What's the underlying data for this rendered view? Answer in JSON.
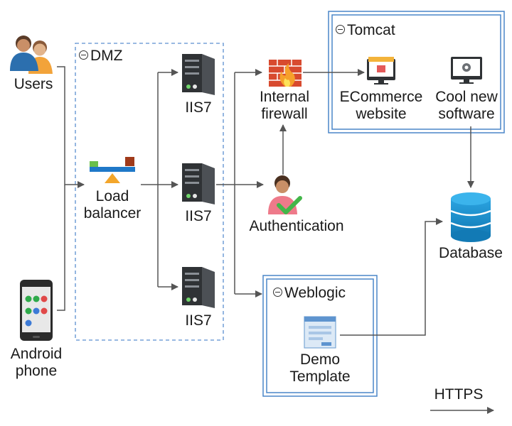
{
  "groups": {
    "dmz": "DMZ",
    "tomcat": "Tomcat",
    "weblogic": "Weblogic"
  },
  "nodes": {
    "users": "Users",
    "android": [
      "Android",
      "phone"
    ],
    "load_balancer": [
      "Load",
      "balancer"
    ],
    "iis_top": "IIS7",
    "iis_mid": "IIS7",
    "iis_bot": "IIS7",
    "firewall": [
      "Internal",
      "firewall"
    ],
    "authentication": "Authentication",
    "ecommerce": [
      "ECommerce",
      "website"
    ],
    "cool_software": [
      "Cool new",
      "software"
    ],
    "database": "Database",
    "demo_template": [
      "Demo",
      "Template"
    ]
  },
  "legend": {
    "https": "HTTPS"
  },
  "colors": {
    "connector": "#555555",
    "group_border_dashed": "#5b8fd0",
    "group_border_solid": "#4a86c8",
    "server": "#2f3235",
    "database": "#1b8fcf",
    "firewall": "#d84a2f",
    "check": "#43b649"
  }
}
